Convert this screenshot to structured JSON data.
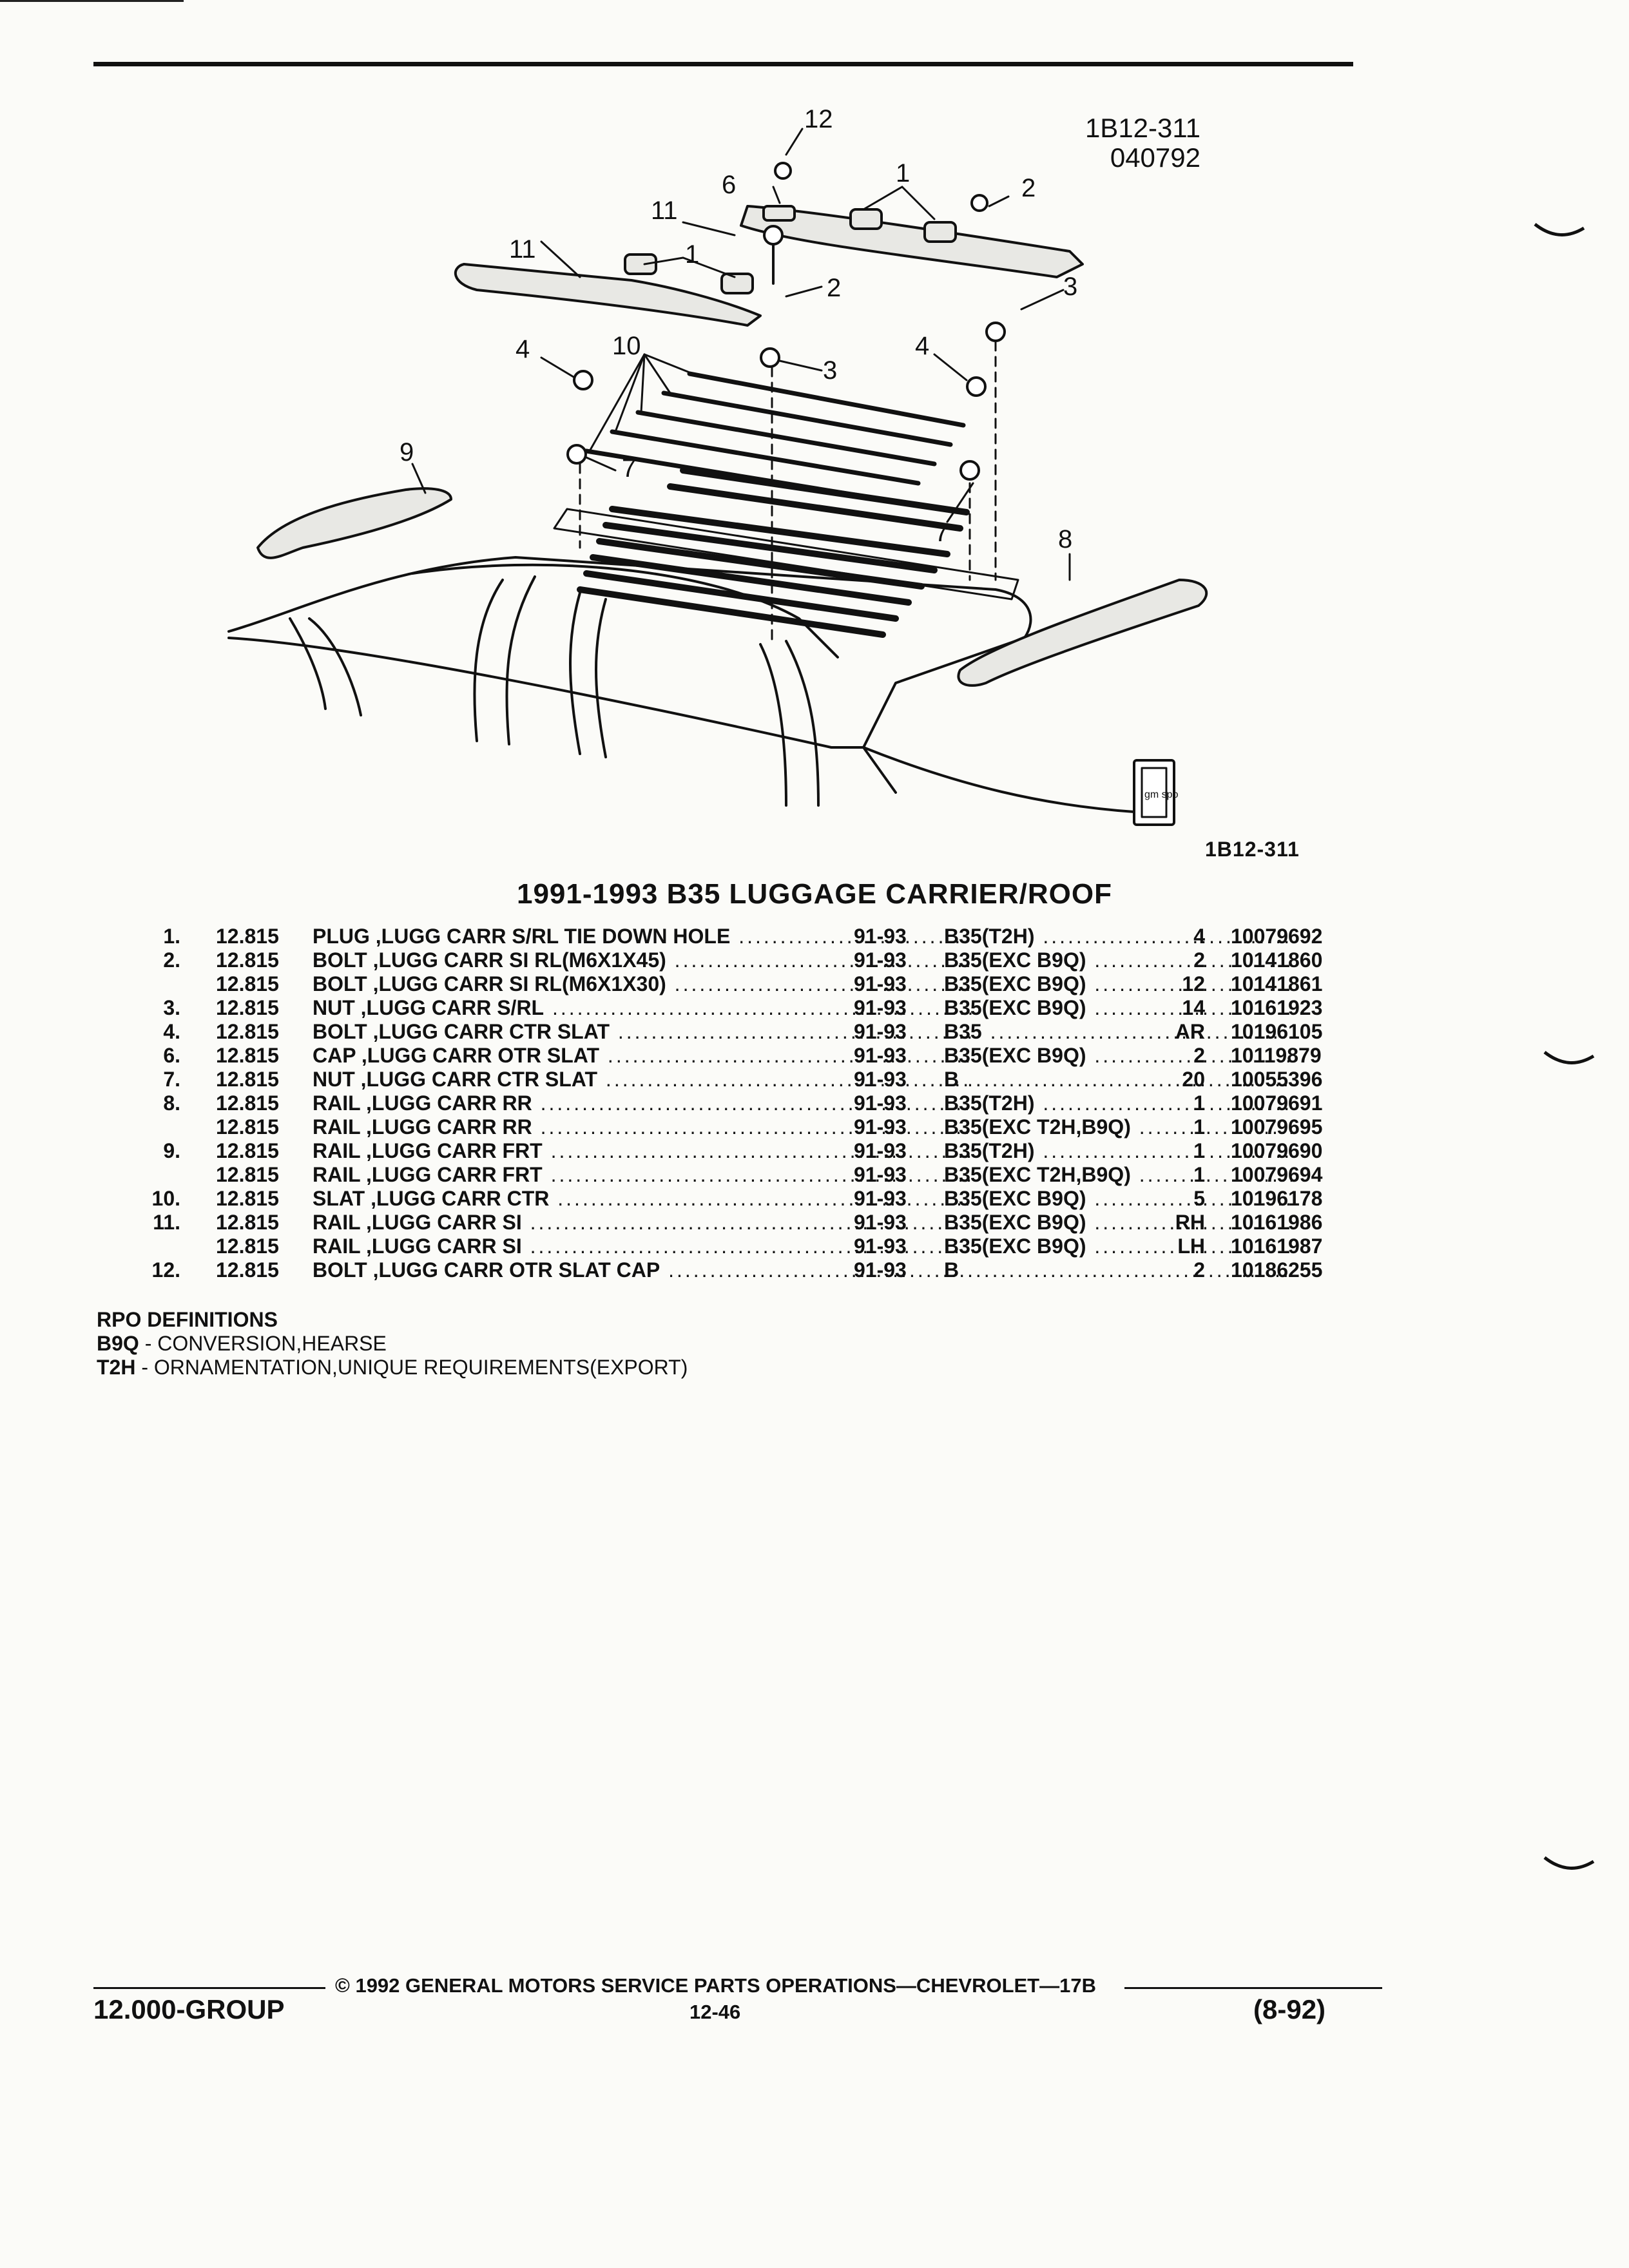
{
  "figure": {
    "id_line1": "1B12-311",
    "id_line2": "040792",
    "ref": "1B12-311",
    "logo_text": "gm spo",
    "callouts": [
      "12",
      "1",
      "2",
      "6",
      "11",
      "11",
      "1",
      "2",
      "3",
      "10",
      "3",
      "4",
      "4",
      "9",
      "7",
      "7",
      "8"
    ]
  },
  "title": "1991-1993 B35 LUGGAGE CARRIER/ROOF",
  "parts": [
    {
      "num": "1.",
      "group": "12.815",
      "desc": "PLUG ,LUGG CARR S/RL TIE DOWN HOLE",
      "years": "91-93",
      "rpo": "B35(T2H)",
      "qty": "4",
      "part_no": "10079692"
    },
    {
      "num": "2.",
      "group": "12.815",
      "desc": "BOLT ,LUGG CARR SI RL(M6X1X45)",
      "years": "91-93",
      "rpo": "B35(EXC B9Q)",
      "qty": "2",
      "part_no": "10141860"
    },
    {
      "num": "",
      "group": "12.815",
      "desc": "BOLT ,LUGG CARR SI RL(M6X1X30)",
      "years": "91-93",
      "rpo": "B35(EXC B9Q)",
      "qty": "12",
      "part_no": "10141861"
    },
    {
      "num": "3.",
      "group": "12.815",
      "desc": "NUT ,LUGG CARR S/RL",
      "years": "91-93",
      "rpo": "B35(EXC B9Q)",
      "qty": "14",
      "part_no": "10161923"
    },
    {
      "num": "4.",
      "group": "12.815",
      "desc": "BOLT ,LUGG CARR CTR SLAT",
      "years": "91-93",
      "rpo": "B35",
      "qty": "AR",
      "part_no": "10196105"
    },
    {
      "num": "6.",
      "group": "12.815",
      "desc": "CAP ,LUGG CARR OTR SLAT",
      "years": "91-93",
      "rpo": "B35(EXC B9Q)",
      "qty": "2",
      "part_no": "10119879"
    },
    {
      "num": "7.",
      "group": "12.815",
      "desc": "NUT ,LUGG CARR CTR SLAT",
      "years": "91-93",
      "rpo": "B",
      "qty": "20",
      "part_no": "10055396"
    },
    {
      "num": "8.",
      "group": "12.815",
      "desc": "RAIL ,LUGG CARR RR",
      "years": "91-93",
      "rpo": "B35(T2H)",
      "qty": "1",
      "part_no": "10079691"
    },
    {
      "num": "",
      "group": "12.815",
      "desc": "RAIL ,LUGG CARR RR",
      "years": "91-93",
      "rpo": "B35(EXC T2H,B9Q)",
      "qty": "1",
      "part_no": "10079695"
    },
    {
      "num": "9.",
      "group": "12.815",
      "desc": "RAIL ,LUGG CARR FRT",
      "years": "91-93",
      "rpo": "B35(T2H)",
      "qty": "1",
      "part_no": "10079690"
    },
    {
      "num": "",
      "group": "12.815",
      "desc": "RAIL ,LUGG CARR FRT",
      "years": "91-93",
      "rpo": "B35(EXC T2H,B9Q)",
      "qty": "1",
      "part_no": "10079694"
    },
    {
      "num": "10.",
      "group": "12.815",
      "desc": "SLAT ,LUGG CARR CTR",
      "years": "91-93",
      "rpo": "B35(EXC B9Q)",
      "qty": "5",
      "part_no": "10196178"
    },
    {
      "num": "11.",
      "group": "12.815",
      "desc": "RAIL ,LUGG CARR SI",
      "years": "91-93",
      "rpo": "B35(EXC B9Q)",
      "qty": "RH",
      "part_no": "10161986"
    },
    {
      "num": "",
      "group": "12.815",
      "desc": "RAIL ,LUGG CARR SI",
      "years": "91-93",
      "rpo": "B35(EXC B9Q)",
      "qty": "LH",
      "part_no": "10161987"
    },
    {
      "num": "12.",
      "group": "12.815",
      "desc": "BOLT ,LUGG CARR OTR SLAT CAP",
      "years": "91-93",
      "rpo": "B",
      "qty": "2",
      "part_no": "10186255"
    }
  ],
  "rpo": {
    "heading": "RPO DEFINITIONS",
    "defs": [
      {
        "code": "B9Q",
        "text": " - CONVERSION,HEARSE"
      },
      {
        "code": "T2H",
        "text": " - ORNAMENTATION,UNIQUE REQUIREMENTS(EXPORT)"
      }
    ]
  },
  "footer": {
    "copyright": "© 1992 GENERAL MOTORS SERVICE PARTS OPERATIONS—CHEVROLET—17B",
    "group": "12.000-GROUP",
    "page": "12-46",
    "date": "(8-92)"
  }
}
